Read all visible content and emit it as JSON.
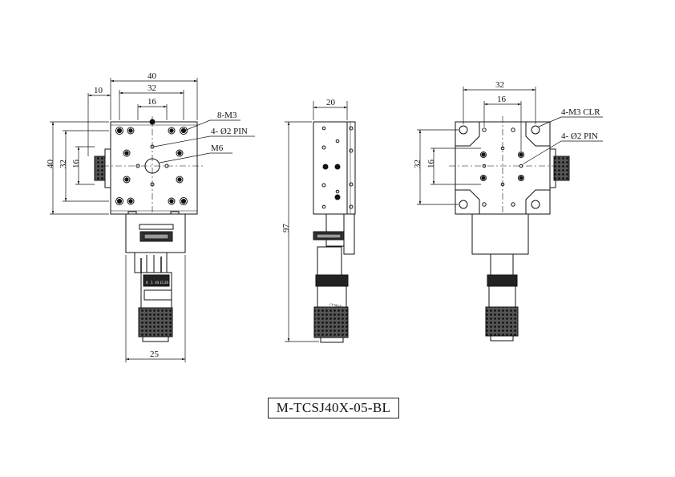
{
  "drawing": {
    "model": "M-TCSJ40X-05-BL",
    "front_view": {
      "dims": {
        "width_total": "40",
        "width_hole_pitch": "32",
        "width_inner": "16",
        "offset_left": "10",
        "height_total": "40",
        "height_hole_pitch": "32",
        "height_inner": "16",
        "base_width": "25"
      },
      "callouts": [
        "8-M3",
        "4- Ø2 PIN",
        "M6"
      ]
    },
    "side_view": {
      "dims": {
        "depth": "20",
        "overall_height": "97"
      },
      "micrometer_text": "CP Mech"
    },
    "bottom_view": {
      "dims": {
        "width_hole_pitch": "32",
        "width_inner": "16",
        "height_hole_pitch": "32",
        "height_inner": "16"
      },
      "callouts": [
        "4-M3 CLR",
        "4- Ø2 PIN"
      ]
    },
    "micrometer_scale": [
      "0",
      "5",
      "10",
      "15",
      "20"
    ]
  }
}
